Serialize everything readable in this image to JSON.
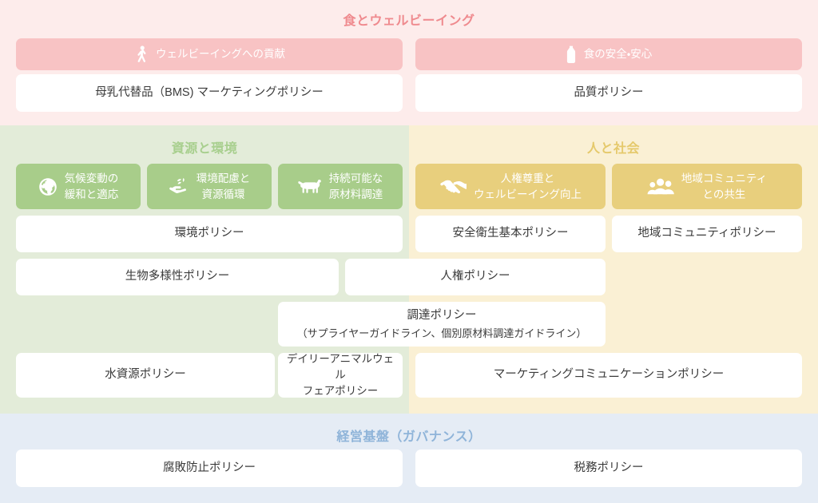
{
  "sections": [
    {
      "id": "food-wellbeing",
      "title": "食とウェルビーイング",
      "color": "#ef8a8e",
      "background": "#fdeceb"
    },
    {
      "id": "resources-environment",
      "title": "資源と環境",
      "color": "#a8cf8e",
      "background": "#e3ecd9"
    },
    {
      "id": "people-society",
      "title": "人と社会",
      "color": "#e5c96b",
      "background": "#faf0d4"
    },
    {
      "id": "governance",
      "title": "経営基盤（ガバナンス）",
      "color": "#8fb4d9",
      "background": "#e5ecf5"
    }
  ],
  "themes": [
    {
      "id": "wellbeing-contribution",
      "label": "ウェルビーイングへの貢献",
      "icon": "walking-person-icon",
      "color": "#f8c3c4"
    },
    {
      "id": "food-safety",
      "label": "食の安全・安心",
      "icon": "milk-bottle-icon",
      "color": "#f8c3c4"
    },
    {
      "id": "climate-change",
      "label": "気候変動の\n緩和と適応",
      "icon": "globe-icon",
      "color": "#a8cd8a"
    },
    {
      "id": "environment-resources",
      "label": "環境配慮と\n資源循環",
      "icon": "hand-sprout-icon",
      "color": "#a8cd8a"
    },
    {
      "id": "sustainable-sourcing",
      "label": "持続可能な\n原材料調達",
      "icon": "cow-icon",
      "color": "#a8cd8a"
    },
    {
      "id": "human-rights",
      "label": "人権尊重と\nウェルビーイング向上",
      "icon": "handshake-icon",
      "color": "#e8cf7d"
    },
    {
      "id": "local-community",
      "label": "地域コミュニティ\nとの共生",
      "icon": "people-group-icon",
      "color": "#e8cf7d"
    }
  ],
  "policies": [
    {
      "id": "bms-marketing",
      "main": "母乳代替品（BMS) マーケティングポリシー",
      "sub": ""
    },
    {
      "id": "quality",
      "main": "品質ポリシー",
      "sub": ""
    },
    {
      "id": "environment",
      "main": "環境ポリシー",
      "sub": ""
    },
    {
      "id": "occupational-health",
      "main": "安全衛生基本ポリシー",
      "sub": ""
    },
    {
      "id": "local-community-policy",
      "main": "地域コミュニティポリシー",
      "sub": ""
    },
    {
      "id": "biodiversity",
      "main": "生物多様性ポリシー",
      "sub": ""
    },
    {
      "id": "human-rights-policy",
      "main": "人権ポリシー",
      "sub": ""
    },
    {
      "id": "procurement",
      "main": "調達ポリシー",
      "sub": "（サプライヤーガイドライン、個別原材料調達ガイドライン）"
    },
    {
      "id": "water-resources",
      "main": "水資源ポリシー",
      "sub": ""
    },
    {
      "id": "dairy-animal-welfare",
      "main": "デイリーアニマルウェル\nフェアポリシー",
      "sub": ""
    },
    {
      "id": "marketing-communication",
      "main": "マーケティングコミュニケーションポリシー",
      "sub": ""
    },
    {
      "id": "anti-corruption",
      "main": "腐敗防止ポリシー",
      "sub": ""
    },
    {
      "id": "tax",
      "main": "税務ポリシー",
      "sub": ""
    }
  ]
}
